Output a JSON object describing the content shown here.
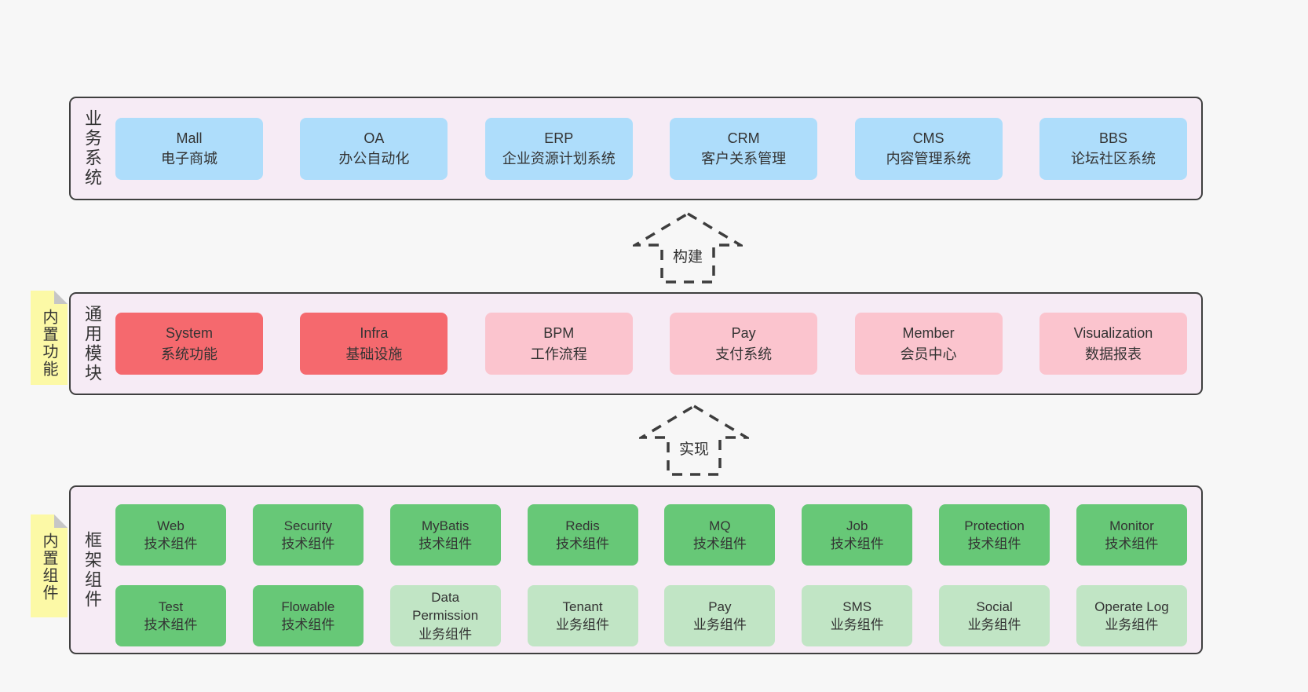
{
  "colors": {
    "page_bg": "#f7f7f7",
    "band_bg": "#f6ebf5",
    "band_border": "#3f3f3f",
    "box_blue": "#aeddfb",
    "box_red": "#f5696e",
    "box_pink": "#fbc4ce",
    "box_green": "#67c877",
    "box_green_light": "#c1e5c5",
    "note_bg": "#fcf9a6",
    "note_fold": "#c6c6c6",
    "text": "#333333"
  },
  "bands": [
    {
      "label": "业务系统",
      "note": null,
      "rows": [
        [
          {
            "title": "Mall",
            "subtitle": "电子商城",
            "variant": "blue"
          },
          {
            "title": "OA",
            "subtitle": "办公自动化",
            "variant": "blue"
          },
          {
            "title": "ERP",
            "subtitle": "企业资源计划系统",
            "variant": "blue"
          },
          {
            "title": "CRM",
            "subtitle": "客户关系管理",
            "variant": "blue"
          },
          {
            "title": "CMS",
            "subtitle": "内容管理系统",
            "variant": "blue"
          },
          {
            "title": "BBS",
            "subtitle": "论坛社区系统",
            "variant": "blue"
          }
        ]
      ]
    },
    {
      "label": "通用模块",
      "note": "内置功能",
      "rows": [
        [
          {
            "title": "System",
            "subtitle": "系统功能",
            "variant": "red"
          },
          {
            "title": "Infra",
            "subtitle": "基础设施",
            "variant": "red"
          },
          {
            "title": "BPM",
            "subtitle": "工作流程",
            "variant": "pink"
          },
          {
            "title": "Pay",
            "subtitle": "支付系统",
            "variant": "pink"
          },
          {
            "title": "Member",
            "subtitle": "会员中心",
            "variant": "pink"
          },
          {
            "title": "Visualization",
            "subtitle": "数据报表",
            "variant": "pink"
          }
        ]
      ]
    },
    {
      "label": "框架组件",
      "note": "内置组件",
      "rows": [
        [
          {
            "title": "Web",
            "subtitle": "技术组件",
            "variant": "green"
          },
          {
            "title": "Security",
            "subtitle": "技术组件",
            "variant": "green"
          },
          {
            "title": "MyBatis",
            "subtitle": "技术组件",
            "variant": "green"
          },
          {
            "title": "Redis",
            "subtitle": "技术组件",
            "variant": "green"
          },
          {
            "title": "MQ",
            "subtitle": "技术组件",
            "variant": "green"
          },
          {
            "title": "Job",
            "subtitle": "技术组件",
            "variant": "green"
          },
          {
            "title": "Protection",
            "subtitle": "技术组件",
            "variant": "green"
          },
          {
            "title": "Monitor",
            "subtitle": "技术组件",
            "variant": "green"
          }
        ],
        [
          {
            "title": "Test",
            "subtitle": "技术组件",
            "variant": "green"
          },
          {
            "title": "Flowable",
            "subtitle": "技术组件",
            "variant": "green"
          },
          {
            "title": "Data Permission",
            "subtitle": "业务组件",
            "variant": "green-light"
          },
          {
            "title": "Tenant",
            "subtitle": "业务组件",
            "variant": "green-light"
          },
          {
            "title": "Pay",
            "subtitle": "业务组件",
            "variant": "green-light"
          },
          {
            "title": "SMS",
            "subtitle": "业务组件",
            "variant": "green-light"
          },
          {
            "title": "Social",
            "subtitle": "业务组件",
            "variant": "green-light"
          },
          {
            "title": "Operate Log",
            "subtitle": "业务组件",
            "variant": "green-light"
          }
        ]
      ]
    }
  ],
  "arrows": [
    {
      "label": "构建"
    },
    {
      "label": "实现"
    }
  ]
}
